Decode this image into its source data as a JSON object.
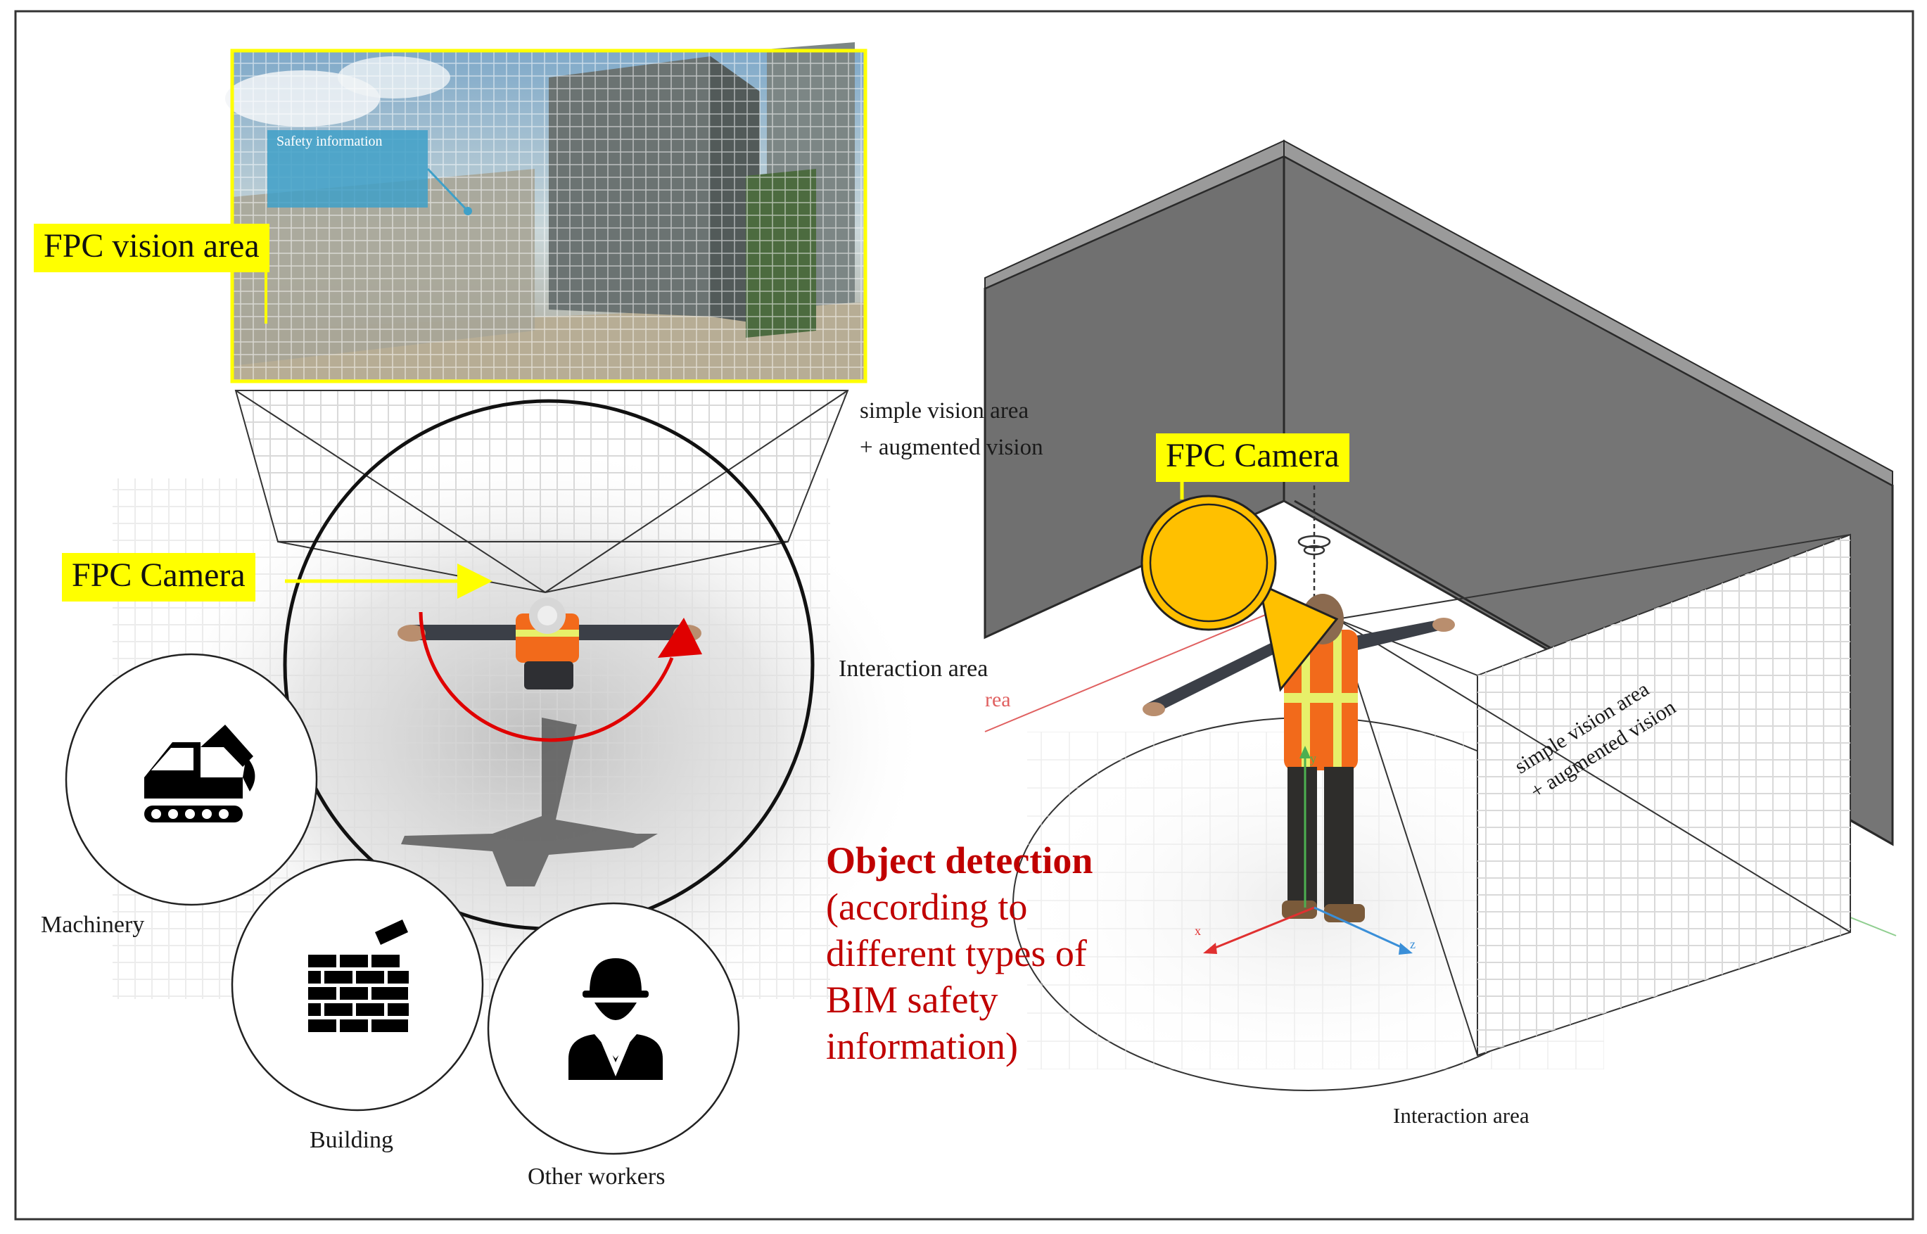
{
  "labels": {
    "fpc_vision_area": "FPC vision area",
    "safety_information": "Safety information",
    "fpc_camera_left": "FPC Camera",
    "fpc_camera_right": "FPC Camera",
    "simple_vision_line1": "simple vision area",
    "simple_vision_line2": "+ augmented vision",
    "simple_vision_rot_line1": "simple vision area",
    "simple_vision_rot_line2": "+ augmented vision",
    "interaction_area_upper": "Interaction area",
    "interaction_area_partial": "rea",
    "interaction_area_bottom": "Interaction area",
    "machinery": "Machinery",
    "building": "Building",
    "other_workers": "Other workers"
  },
  "object_detection": {
    "heading": "Object detection",
    "line1": "(according  to",
    "line2": "different types of",
    "line3": "BIM safety",
    "line4": "information)"
  },
  "axes": {
    "x": "x",
    "y": "y",
    "z": "z"
  },
  "colors": {
    "highlight_yellow": "#ffff00",
    "camera_orange": "#ffc000",
    "detection_red": "#c00000",
    "rotation_red": "#e00000",
    "wall_gray": "#6e6e6e",
    "info_panel_blue": "#3fa0c8"
  },
  "icons": [
    "excavator-icon",
    "brick-wall-icon",
    "worker-helmet-icon",
    "rotation-arrow-icon",
    "rotate-axis-icon"
  ]
}
